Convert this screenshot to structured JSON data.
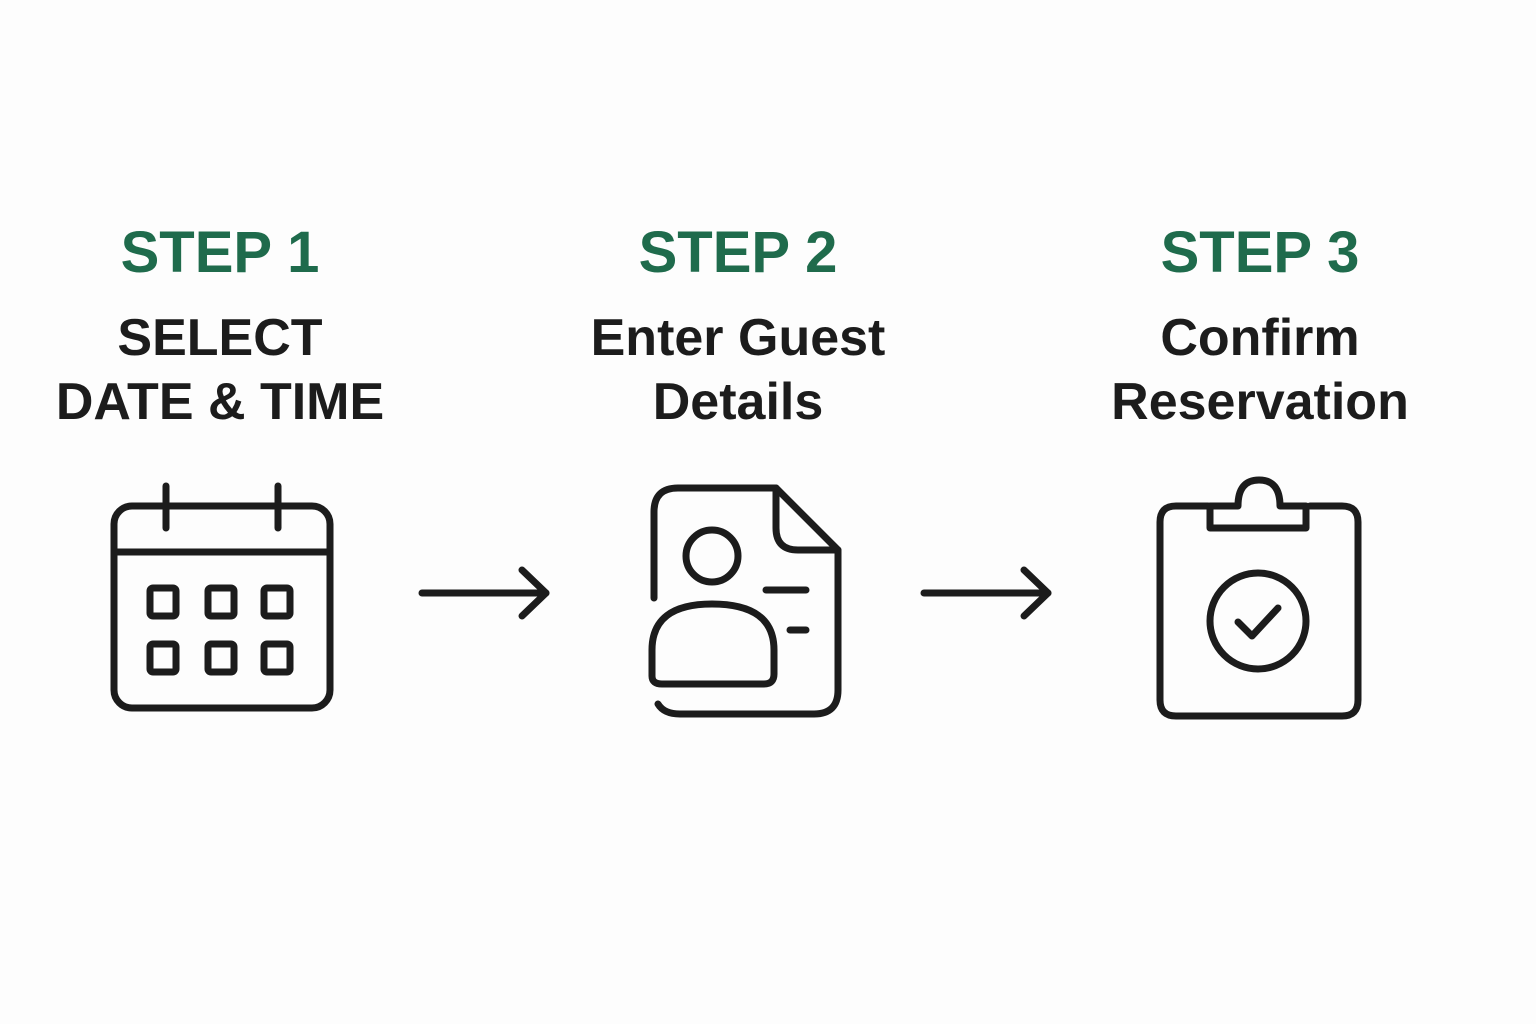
{
  "colors": {
    "accent": "#1f6b4c",
    "text": "#1c1c1c",
    "background": "#fdfdfd"
  },
  "steps": [
    {
      "number": "STEP 1",
      "title_lines": [
        "SELECT",
        "DATE & TIME"
      ],
      "icon": "calendar-icon"
    },
    {
      "number": "STEP 2",
      "title_lines": [
        "Enter Guest",
        "Details"
      ],
      "icon": "guest-details-icon"
    },
    {
      "number": "STEP 3",
      "title_lines": [
        "Confirm",
        "Reservation"
      ],
      "icon": "clipboard-check-icon"
    }
  ],
  "connectors": [
    "arrow-right-icon",
    "arrow-right-icon"
  ]
}
